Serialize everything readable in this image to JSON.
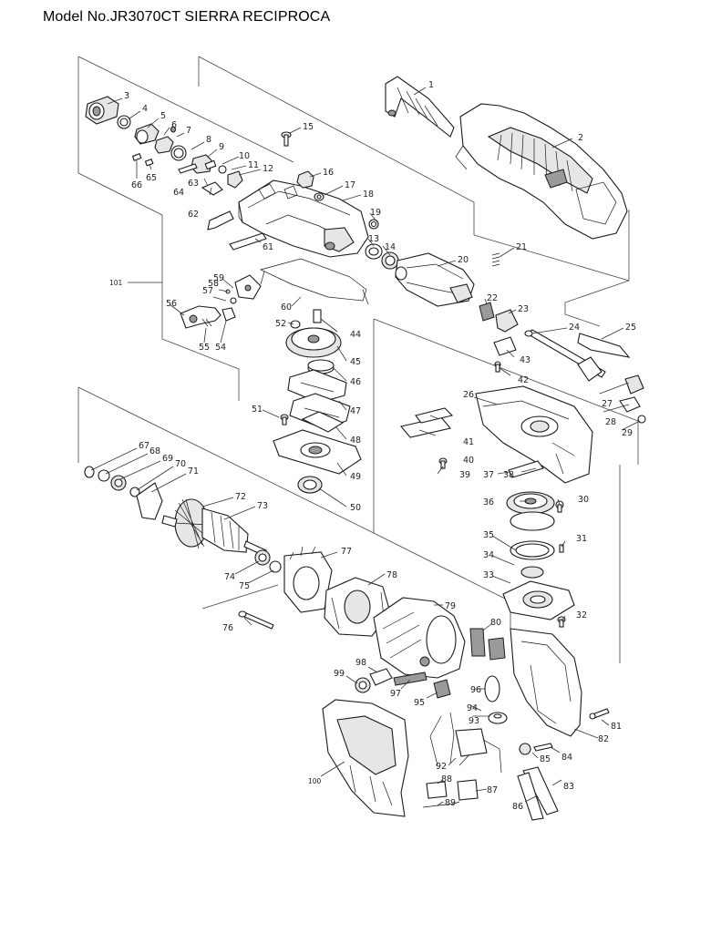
{
  "header": {
    "title": "Model No.JR3070CT SIERRA RECIPROCA"
  },
  "callouts": {
    "p1": "1",
    "p2": "2",
    "p3": "3",
    "p4": "4",
    "p5": "5",
    "p6": "6",
    "p7": "7",
    "p8": "8",
    "p9": "9",
    "p10": "10",
    "p11": "11",
    "p12": "12",
    "p13": "13",
    "p14": "14",
    "p15": "15",
    "p16": "16",
    "p17": "17",
    "p18": "18",
    "p19": "19",
    "p20": "20",
    "p21": "21",
    "p22": "22",
    "p23": "23",
    "p24": "24",
    "p25": "25",
    "p26": "26",
    "p27": "27",
    "p28": "28",
    "p29": "29",
    "p30": "30",
    "p31": "31",
    "p32": "32",
    "p33": "33",
    "p34": "34",
    "p35": "35",
    "p36": "36",
    "p37": "37",
    "p38": "38",
    "p39": "39",
    "p40": "40",
    "p41": "41",
    "p42": "42",
    "p43": "43",
    "p44": "44",
    "p45": "45",
    "p46": "46",
    "p47": "47",
    "p48": "48",
    "p49": "49",
    "p50": "50",
    "p51": "51",
    "p52": "52",
    "p54": "54",
    "p55": "55",
    "p56": "56",
    "p57": "57",
    "p58": "58",
    "p59": "59",
    "p60": "60",
    "p61": "61",
    "p62": "62",
    "p63": "63",
    "p64": "64",
    "p65": "65",
    "p66": "66",
    "p67": "67",
    "p68": "68",
    "p69": "69",
    "p70": "70",
    "p71": "71",
    "p72": "72",
    "p73": "73",
    "p74": "74",
    "p75": "75",
    "p76": "76",
    "p77": "77",
    "p78": "78",
    "p79": "79",
    "p80": "80",
    "p81": "81",
    "p82": "82",
    "p83": "83",
    "p84": "84",
    "p85": "85",
    "p86": "86",
    "p87": "87",
    "p88": "88",
    "p89": "89",
    "p92": "92",
    "p93": "93",
    "p94": "94",
    "p95": "95",
    "p96": "96",
    "p97": "97",
    "p98": "98",
    "p99": "99",
    "p100": "100",
    "p101": "101"
  }
}
